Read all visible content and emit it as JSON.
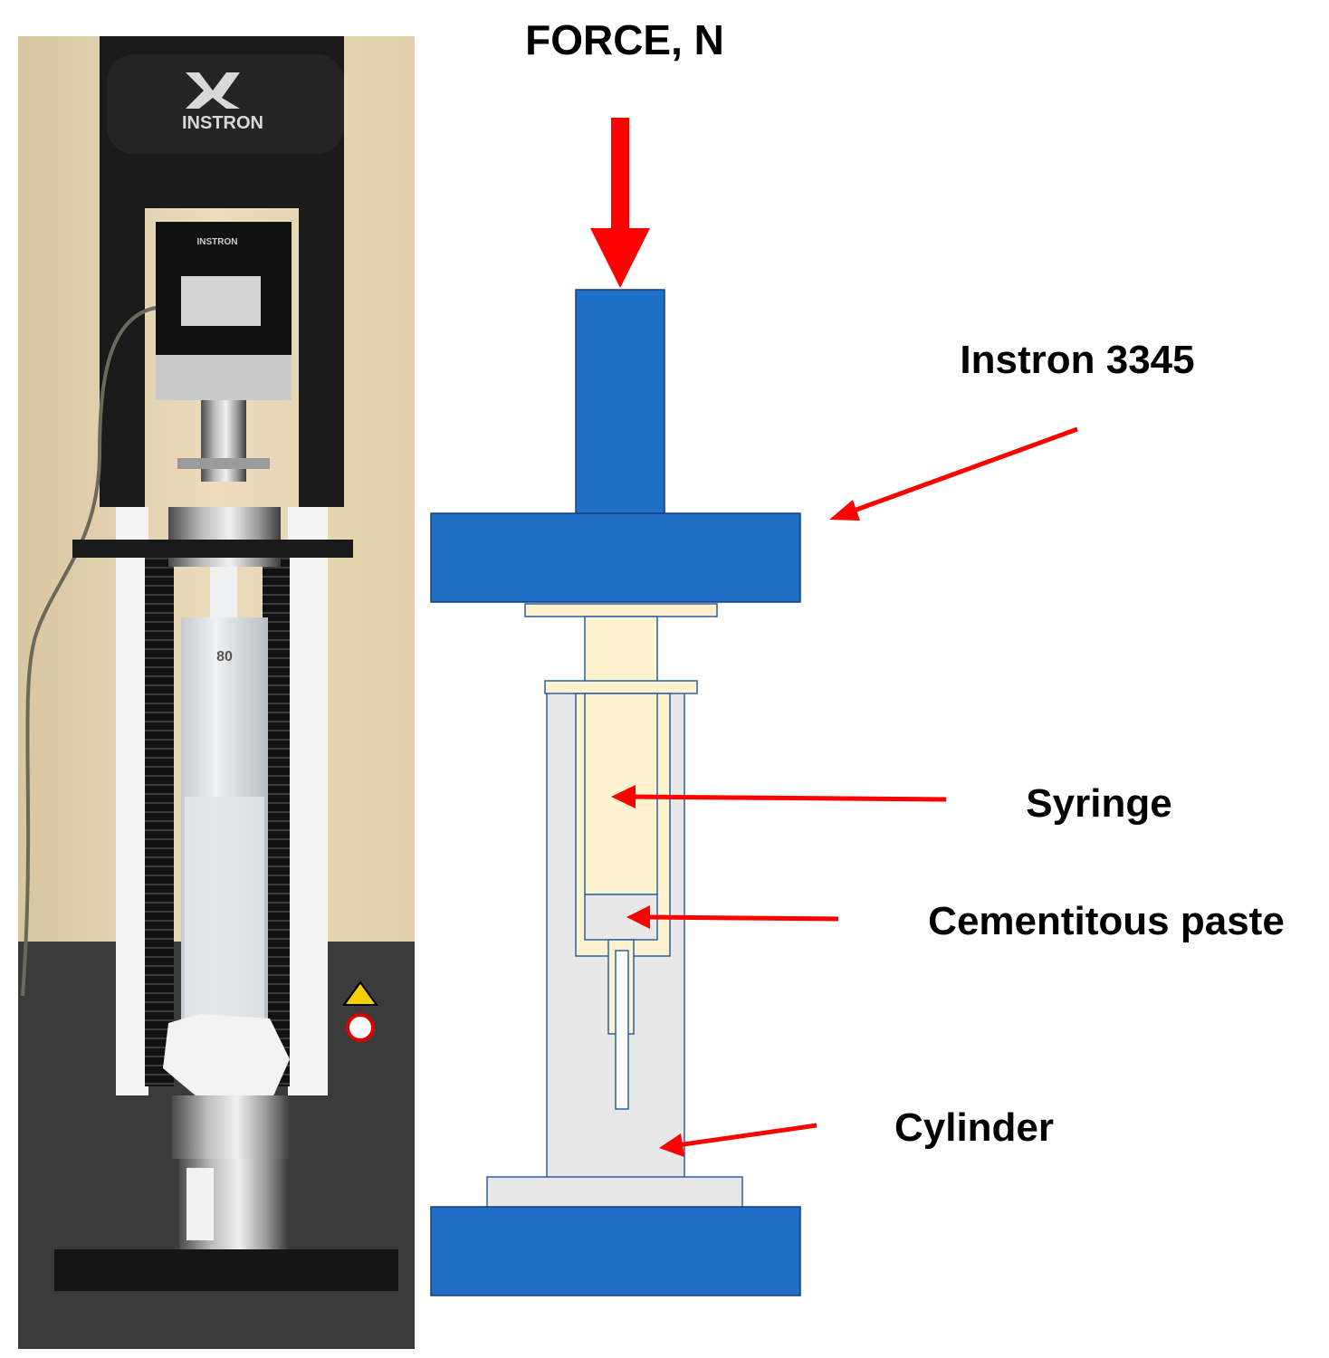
{
  "labels": {
    "force": "FORCE, N",
    "machine": "Instron 3345",
    "syringe": "Syringe",
    "paste": "Cementitous paste",
    "cylinder": "Cylinder"
  },
  "photo": {
    "brand": "INSTRON",
    "transducer_brand": "INSTRON",
    "syringe_mark": "80"
  },
  "colors": {
    "machine_blue": "#1f6fc6",
    "arrow_red": "#ff0000",
    "syringe_fill": "#fff3cf",
    "cylinder_fill": "#e8e8e8",
    "outline_blue": "#2a5fa8"
  }
}
